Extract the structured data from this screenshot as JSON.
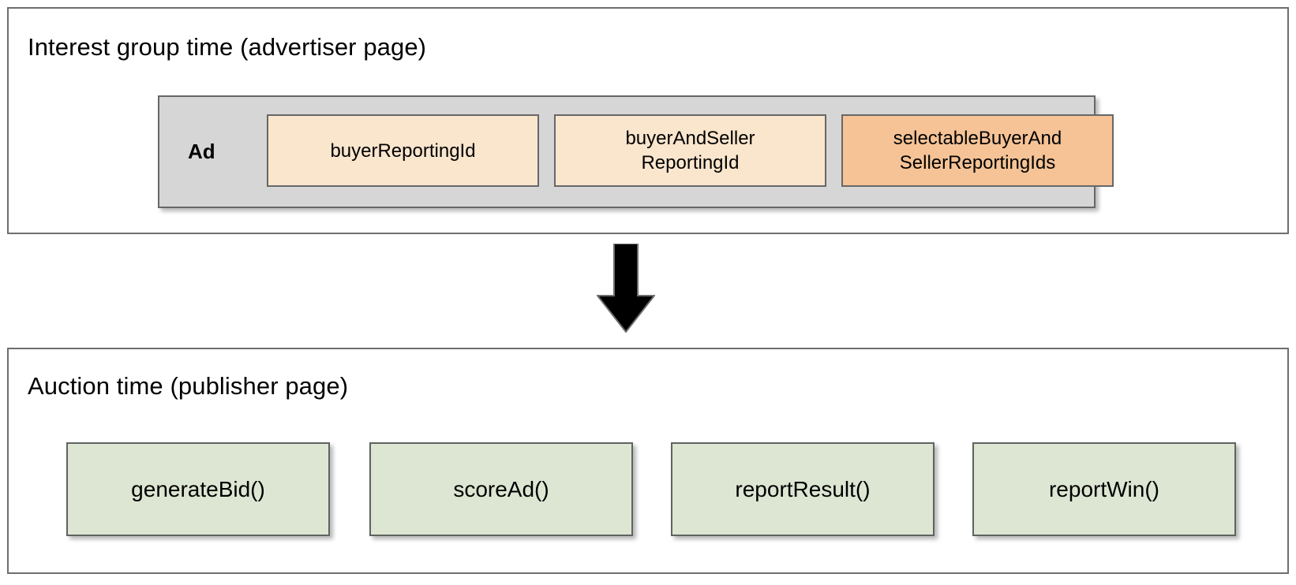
{
  "diagram": {
    "background_color": "#ffffff",
    "sections": [
      {
        "id": "advertiser",
        "title": "Interest group time (advertiser page)",
        "container": {
          "label": "Ad",
          "fill": "#d6d6d6",
          "items": [
            {
              "label": "buyerReportingId",
              "fill": "#fae5cd",
              "highlighted": false
            },
            {
              "label": "buyerAndSeller\nReportingId",
              "line1": "buyerAndSeller",
              "line2": "ReportingId",
              "fill": "#fae5cd",
              "highlighted": false
            },
            {
              "label": "selectableBuyerAnd\nSellerReportingIds",
              "line1": "selectableBuyerAnd",
              "line2": "SellerReportingIds",
              "fill": "#f5c396",
              "highlighted": true
            }
          ]
        }
      },
      {
        "id": "auction",
        "title": "Auction time (publisher page)",
        "items": [
          {
            "label": "generateBid()",
            "fill": "#dde6d2"
          },
          {
            "label": "scoreAd()",
            "fill": "#dde6d2"
          },
          {
            "label": "reportResult()",
            "fill": "#dde6d2"
          },
          {
            "label": "reportWin()",
            "fill": "#dde6d2"
          }
        ]
      }
    ],
    "connector": {
      "name": "down-arrow",
      "direction": "down",
      "color": "#000000",
      "from": "advertiser",
      "to": "auction"
    }
  }
}
